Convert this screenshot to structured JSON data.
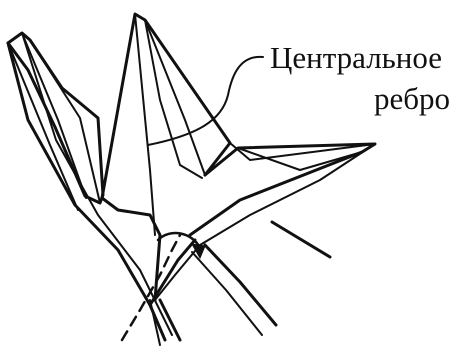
{
  "diagram": {
    "callout_label_line1": "Центральное",
    "callout_label_line2": "ребро",
    "ink_color": "#111111",
    "background_color": "#ffffff",
    "icons": [
      "origami-crane-drawing",
      "dashed-arrow-icon"
    ]
  }
}
